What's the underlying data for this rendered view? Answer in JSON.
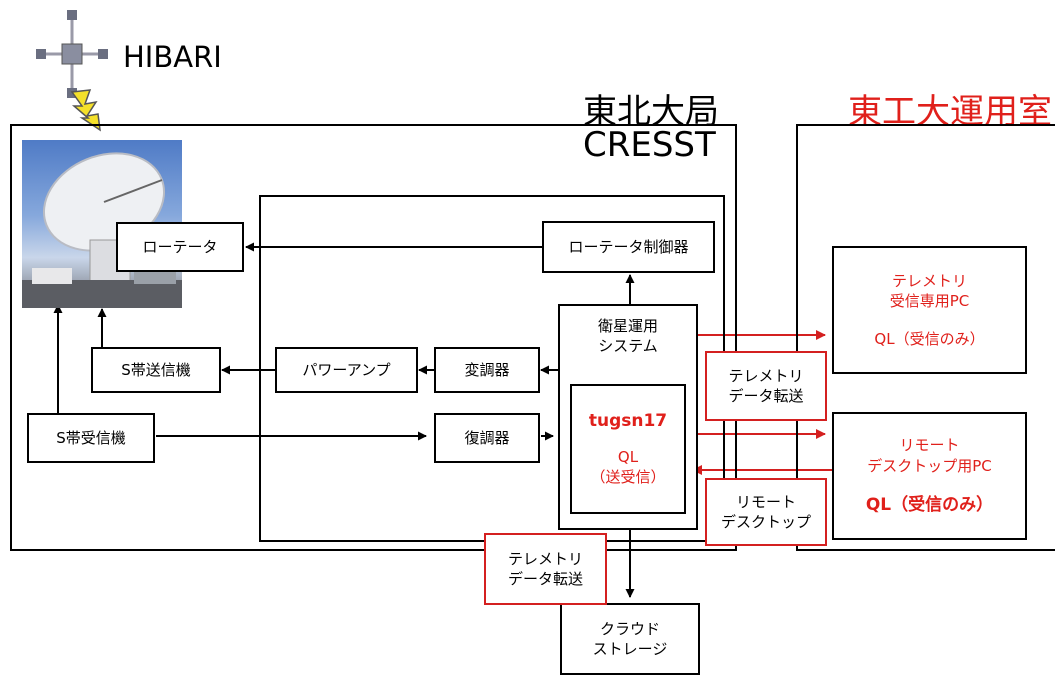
{
  "satellite": {
    "name": "HIBARI"
  },
  "sites": {
    "tohoku": {
      "title": "東北大局",
      "subtitle": "CRESST"
    },
    "titech": {
      "title": "東工大運用室",
      "color": "#e0201b"
    }
  },
  "blocks": {
    "rotator": "ローテータ",
    "rotator_controller": "ローテータ制御器",
    "s_band_tx": "S帯送信機",
    "power_amp": "パワーアンプ",
    "modulator": "変調器",
    "s_band_rx": "S帯受信機",
    "demodulator": "復調器",
    "ops_system": {
      "line1": "衛星運用",
      "line2": "システム"
    },
    "tugsn17": {
      "name": "tugsn17",
      "ql": "QL",
      "mode": "（送受信）"
    },
    "cloud_storage": {
      "line1": "クラウド",
      "line2": "ストレージ"
    }
  },
  "titech_pcs": {
    "telemetry_pc": {
      "line1": "テレメトリ",
      "line2": "受信専用PC",
      "ql": "QL（受信のみ）"
    },
    "remote_pc": {
      "line1": "リモート",
      "line2": "デスクトップ用PC",
      "ql": "QL（受信のみ）"
    }
  },
  "links": {
    "telemetry_transfer_right": {
      "line1": "テレメトリ",
      "line2": "データ転送"
    },
    "remote_desktop": {
      "line1": "リモート",
      "line2": "デスクトップ"
    },
    "telemetry_transfer_down": {
      "line1": "テレメトリ",
      "line2": "データ転送"
    }
  },
  "colors": {
    "accent_red": "#e0201b",
    "line": "#000000"
  }
}
